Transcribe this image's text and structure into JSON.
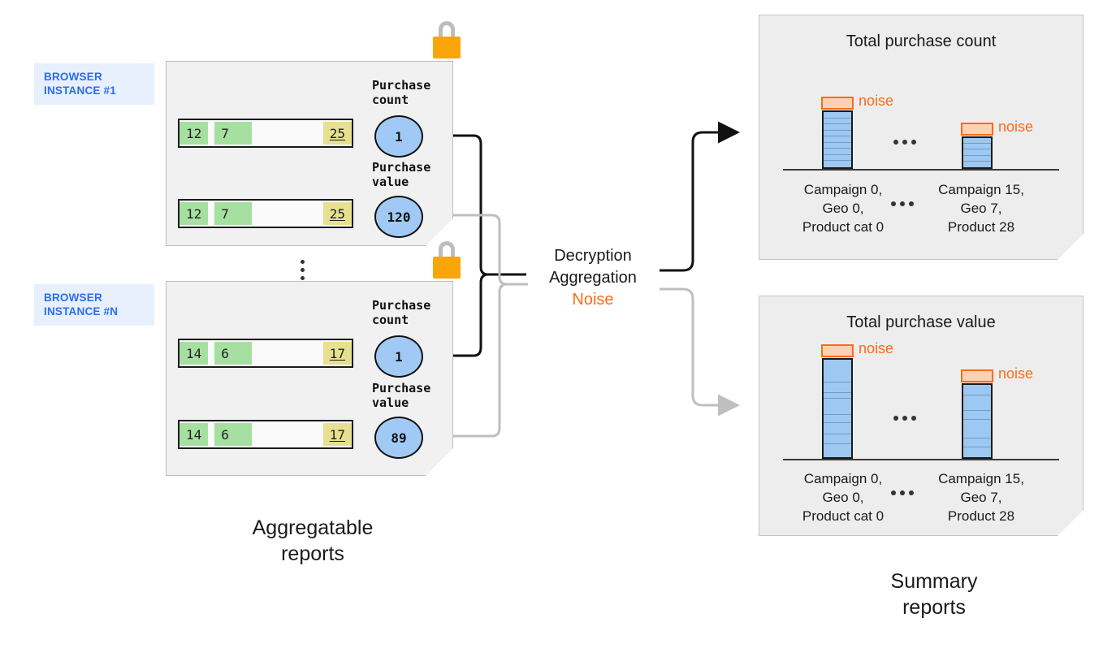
{
  "diagram": {
    "title_hidden": "",
    "captions": {
      "left": "Aggregatable\nreports",
      "right": "Summary\nreports"
    },
    "process": {
      "line1": "Decryption",
      "line2": "Aggregation",
      "line3": "Noise",
      "noise_color": "#ff6a1a"
    },
    "colors": {
      "browser_tag_text": "#2a6df4",
      "browser_tag_bg": "#e8f0fe",
      "card_bg": "#f1f1f1",
      "bubble_fill": "#a0caf5",
      "cell_green": "#a5e0a0",
      "cell_yellow": "#e7e08f",
      "lock_body": "#faa50a",
      "lock_shackle": "#bdbdbd",
      "bar_fill": "#9dc8f2",
      "noise_fill": "#fbd3b4",
      "noise_stroke": "#ff6a1a",
      "wire_black": "#111111",
      "wire_gray": "#bfbfbf"
    },
    "browser_instances": [
      {
        "tag": "BROWSER\nINSTANCE #1",
        "lock_icon": "padlock-icon",
        "reports": [
          {
            "metric_label": "Purchase\ncount",
            "bubble_value": "1",
            "cells": [
              {
                "value": "12",
                "style": "green"
              },
              {
                "value": "7",
                "style": "green"
              },
              {
                "value": "25",
                "style": "yellow",
                "underlined": true
              }
            ]
          },
          {
            "metric_label": "Purchase\nvalue",
            "bubble_value": "120",
            "cells": [
              {
                "value": "12",
                "style": "green"
              },
              {
                "value": "7",
                "style": "green"
              },
              {
                "value": "25",
                "style": "yellow",
                "underlined": true
              }
            ]
          }
        ]
      },
      {
        "tag": "BROWSER\nINSTANCE #N",
        "lock_icon": "padlock-icon",
        "reports": [
          {
            "metric_label": "Purchase\ncount",
            "bubble_value": "1",
            "cells": [
              {
                "value": "14",
                "style": "green"
              },
              {
                "value": "6",
                "style": "green"
              },
              {
                "value": "17",
                "style": "yellow",
                "underlined": true
              }
            ]
          },
          {
            "metric_label": "Purchase\nvalue",
            "bubble_value": "89",
            "cells": [
              {
                "value": "14",
                "style": "green"
              },
              {
                "value": "6",
                "style": "green"
              },
              {
                "value": "17",
                "style": "yellow",
                "underlined": true
              }
            ]
          }
        ]
      }
    ],
    "ellipsis": "...",
    "summary_reports": [
      {
        "title": "Total purchase count",
        "noise_label": "noise",
        "categories": [
          "Campaign 0,\nGeo 0,\nProduct cat 0",
          "Campaign 15,\nGeo 7,\nProduct 28"
        ]
      },
      {
        "title": "Total purchase value",
        "noise_label": "noise",
        "categories": [
          "Campaign 0,\nGeo 0,\nProduct cat 0",
          "Campaign 15,\nGeo 7,\nProduct 28"
        ]
      }
    ]
  },
  "chart_data": [
    {
      "type": "bar",
      "title": "Total purchase count",
      "categories": [
        "Campaign 0, Geo 0, Product cat 0",
        "Campaign 15, Geo 7, Product 28"
      ],
      "values": [
        9,
        5
      ],
      "noise": [
        1,
        1
      ],
      "segments": [
        [
          1,
          1,
          1,
          1,
          1,
          1,
          1,
          1,
          1
        ],
        [
          1,
          1,
          1,
          1,
          1
        ]
      ],
      "annotations": [
        "noise",
        "noise"
      ],
      "xlabel": "",
      "ylabel": "",
      "ylim": [
        0,
        11
      ],
      "grid": false,
      "legend": false
    },
    {
      "type": "bar",
      "title": "Total purchase value",
      "categories": [
        "Campaign 0, Geo 0, Product cat 0",
        "Campaign 15, Geo 7, Product 28"
      ],
      "values": [
        9,
        6
      ],
      "noise": [
        1,
        1
      ],
      "segments": [
        [
          2.1,
          1.0,
          0.5,
          1.5,
          0.7,
          1.1,
          0.9,
          1.2
        ],
        [
          0.9,
          1.3,
          0.7,
          1.6,
          0.8,
          0.7
        ]
      ],
      "annotations": [
        "noise",
        "noise"
      ],
      "xlabel": "",
      "ylabel": "",
      "ylim": [
        0,
        11
      ],
      "grid": false,
      "legend": false
    }
  ]
}
